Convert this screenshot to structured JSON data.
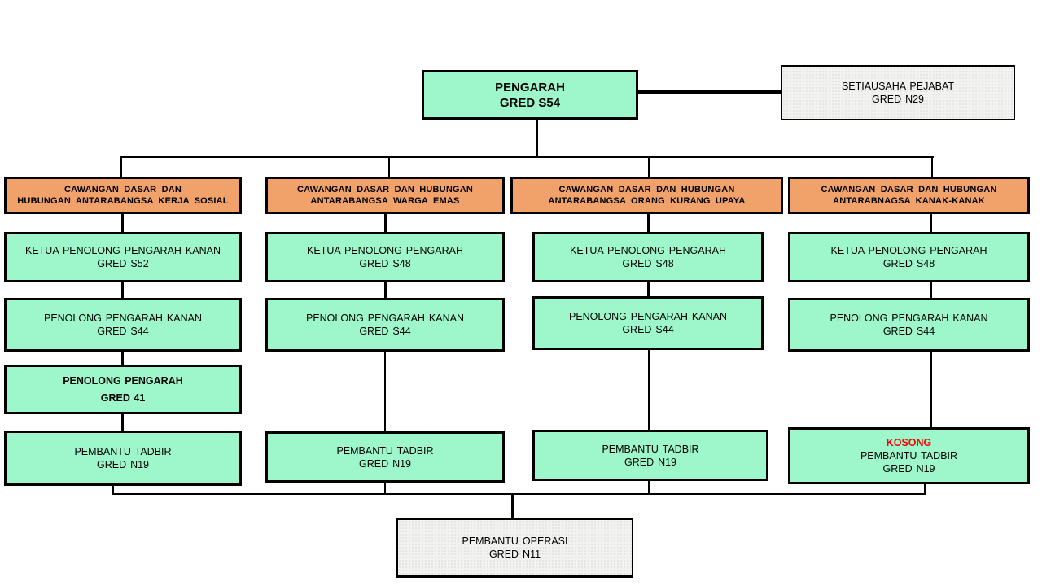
{
  "chart_title": "organization-structure-chart",
  "colors": {
    "box_green": "#9EF7CB",
    "box_orange": "#F0A26A",
    "box_gray": "#F2F2F0",
    "connector_black": "#000000",
    "vacancy_red": "#FF0000"
  },
  "top": {
    "director": {
      "line1": "PENGARAH",
      "line2": "GRED S54"
    },
    "secretary": {
      "line1": "SETIAUSAHA PEJABAT",
      "line2": "GRED N29"
    }
  },
  "branches": [
    {
      "header": {
        "line1": "CAWANGAN DASAR DAN",
        "line2": "HUBUNGAN ANTARABANGSA KERJA SOSIAL"
      },
      "roles": [
        {
          "title": "KETUA PENOLONG PENGARAH KANAN",
          "grade": "GRED S52"
        },
        {
          "title": "PENOLONG PENGARAH KANAN",
          "grade": "GRED S44"
        },
        {
          "title": "PENOLONG PENGARAH",
          "grade": "GRED 41"
        },
        {
          "title": "PEMBANTU TADBIR",
          "grade": "GRED N19"
        }
      ]
    },
    {
      "header": {
        "line1": "CAWANGAN DASAR DAN HUBUNGAN",
        "line2": "ANTARABANGSA WARGA EMAS"
      },
      "roles": [
        {
          "title": "KETUA PENOLONG PENGARAH",
          "grade": "GRED S48"
        },
        {
          "title": "PENOLONG PENGARAH KANAN",
          "grade": "GRED S44"
        },
        {
          "title": "PEMBANTU TADBIR",
          "grade": "GRED N19"
        }
      ]
    },
    {
      "header": {
        "line1": "CAWANGAN DASAR DAN HUBUNGAN",
        "line2": "ANTARABANGSA ORANG KURANG UPAYA"
      },
      "roles": [
        {
          "title": "KETUA PENOLONG PENGARAH",
          "grade": "GRED S48"
        },
        {
          "title": "PENOLONG PENGARAH KANAN",
          "grade": "GRED S44"
        },
        {
          "title": "PEMBANTU TADBIR",
          "grade": "GRED N19"
        }
      ]
    },
    {
      "header": {
        "line1": "CAWANGAN DASAR DAN HUBUNGAN",
        "line2": "ANTARABNAGSA KANAK-KANAK"
      },
      "roles": [
        {
          "title": "KETUA PENOLONG PENGARAH",
          "grade": "GRED S48"
        },
        {
          "title": "PENOLONG PENGARAH KANAN",
          "grade": "GRED S44"
        },
        {
          "vacancy": "KOSONG",
          "title": "PEMBANTU TADBIR",
          "grade": "GRED N19"
        }
      ]
    }
  ],
  "bottom": {
    "operations": {
      "line1": "PEMBANTU OPERASI",
      "line2": "GRED N11"
    }
  }
}
